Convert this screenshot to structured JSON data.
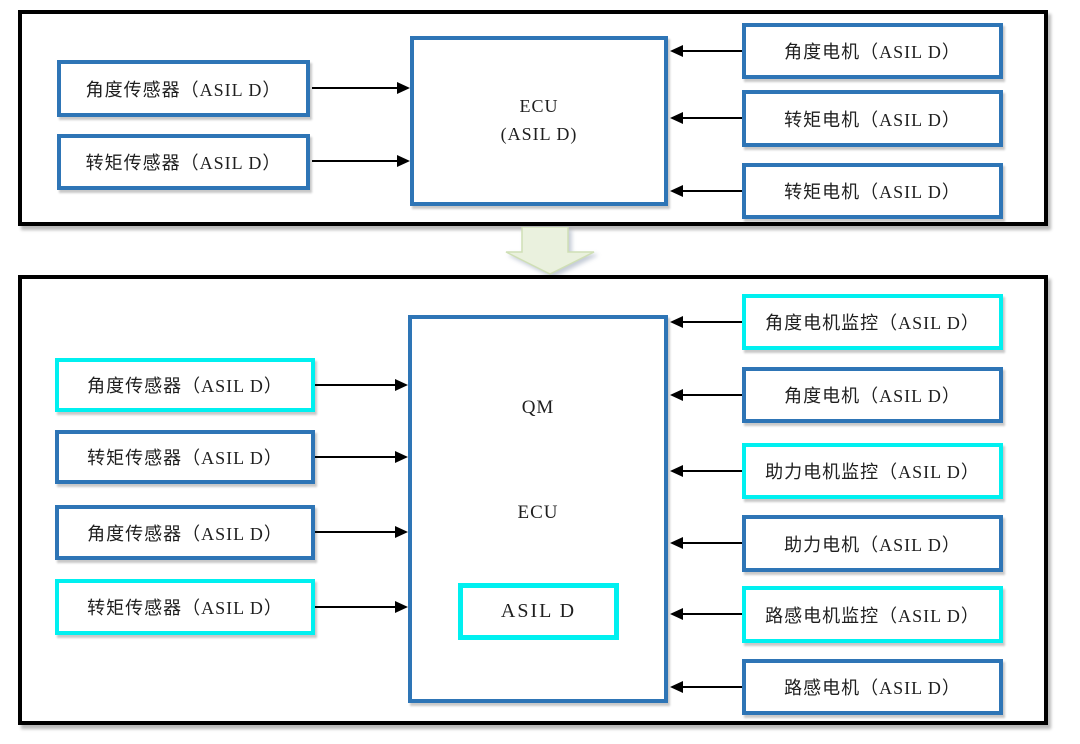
{
  "colors": {
    "blue": "#2E75B6",
    "cyan": "#00F0F0",
    "frame_black": "#000000",
    "connector_black": "#000000",
    "arrow_fill": "#EAF1DE",
    "arrow_stroke": "#CFDFB5",
    "text": "#1F1F1F"
  },
  "top_diagram": {
    "ecu": {
      "line1": "ECU",
      "line2": "(ASIL D)"
    },
    "left_boxes": [
      {
        "label": "角度传感器（ASIL D）",
        "style": "blue"
      },
      {
        "label": "转矩传感器（ASIL D）",
        "style": "blue"
      }
    ],
    "right_boxes": [
      {
        "label": "角度电机（ASIL D）",
        "style": "blue"
      },
      {
        "label": "转矩电机（ASIL D）",
        "style": "blue"
      },
      {
        "label": "转矩电机（ASIL D）",
        "style": "blue"
      }
    ]
  },
  "bottom_diagram": {
    "ecu": {
      "qm_label": "QM",
      "ecu_label": "ECU",
      "inner_box_label": "ASIL D"
    },
    "left_boxes": [
      {
        "label": "角度传感器（ASIL D）",
        "style": "cyan"
      },
      {
        "label": "转矩传感器（ASIL D）",
        "style": "blue"
      },
      {
        "label": "角度传感器（ASIL D）",
        "style": "blue"
      },
      {
        "label": "转矩传感器（ASIL D）",
        "style": "cyan"
      }
    ],
    "right_boxes": [
      {
        "label": "角度电机监控（ASIL D）",
        "style": "cyan"
      },
      {
        "label": "角度电机（ASIL D）",
        "style": "blue"
      },
      {
        "label": "助力电机监控（ASIL D）",
        "style": "cyan"
      },
      {
        "label": "助力电机（ASIL D）",
        "style": "blue"
      },
      {
        "label": "路感电机监控（ASIL D）",
        "style": "cyan"
      },
      {
        "label": "路感电机（ASIL D）",
        "style": "blue"
      }
    ]
  }
}
